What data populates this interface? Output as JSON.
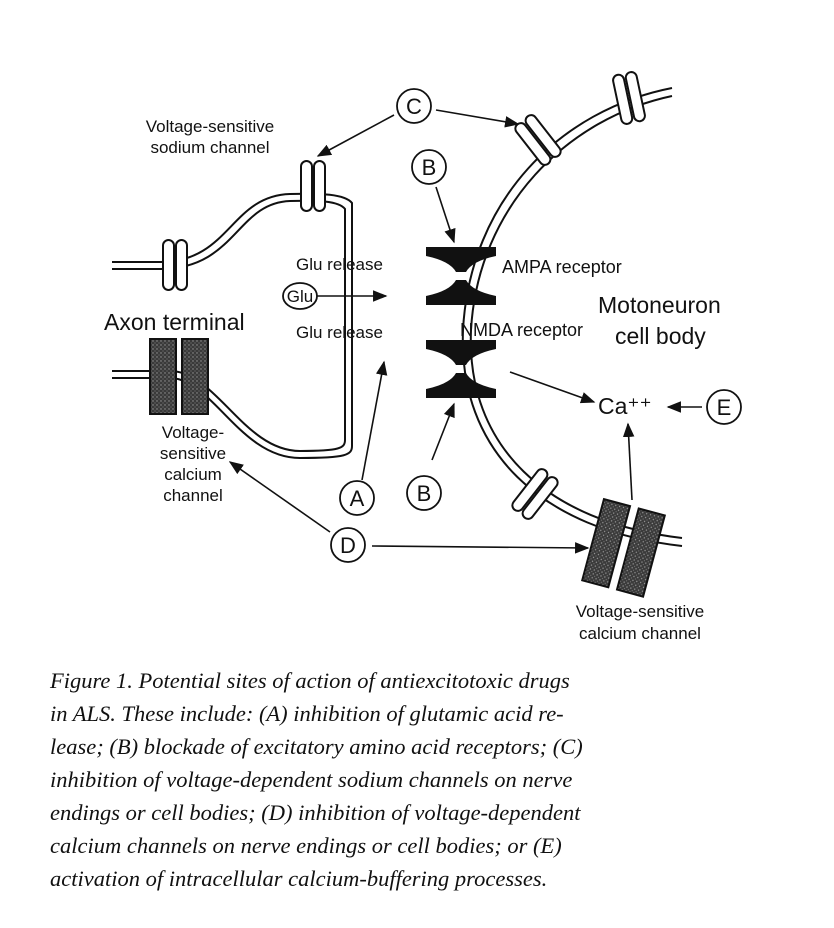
{
  "figure": {
    "labels": {
      "voltage_sodium": [
        "Voltage-sensitive",
        "sodium channel"
      ],
      "glu_release_top": "Glu release",
      "glu": "Glu",
      "glu_release_bottom": "Glu release",
      "axon_terminal": "Axon terminal",
      "voltage_calcium_left": [
        "Voltage-",
        "sensitive",
        "calcium",
        "channel"
      ],
      "ampa": "AMPA receptor",
      "nmda": "NMDA receptor",
      "motoneuron": [
        "Motoneuron",
        "cell body"
      ],
      "ca": "Ca⁺⁺",
      "voltage_calcium_right": [
        "Voltage-sensitive",
        "calcium channel"
      ]
    },
    "markers": {
      "c": "C",
      "b_top": "B",
      "b_bottom": "B",
      "a": "A",
      "d": "D",
      "e": "E"
    }
  },
  "caption": {
    "lines": [
      "Figure 1. Potential sites of action of antiexcitotoxic drugs",
      "in ALS. These include: (A) inhibition of glutamic acid re-",
      "lease; (B) blockade of excitatory amino acid receptors; (C)",
      "inhibition of voltage-dependent sodium channels on nerve",
      "endings or cell bodies; (D) inhibition of voltage-dependent",
      "calcium channels on nerve endings or cell bodies; or (E)",
      "activation of intracellular calcium-buffering processes."
    ]
  },
  "colors": {
    "ink": "#111111",
    "channel_fill": "#444444",
    "background": "#ffffff"
  }
}
